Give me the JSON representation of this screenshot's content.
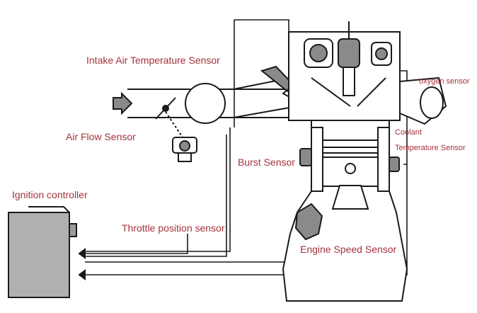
{
  "labels": {
    "intake_air_temp": "Intake Air Temperature Sensor",
    "air_flow": "Air Flow Sensor",
    "oxygen": "oxygen sensor",
    "coolant_line1": "Coolant",
    "coolant_line2": "Temperature Sensor",
    "burst": "Burst Sensor",
    "ignition_controller": "Ignition controller",
    "throttle_position": "Throttle position sensor",
    "engine_speed": "Engine Speed Sensor"
  },
  "colors": {
    "label": "#a3333d",
    "line": "#1a1a1a",
    "component_fill": "#8a8a8a",
    "housing_fill": "#ffffff"
  }
}
